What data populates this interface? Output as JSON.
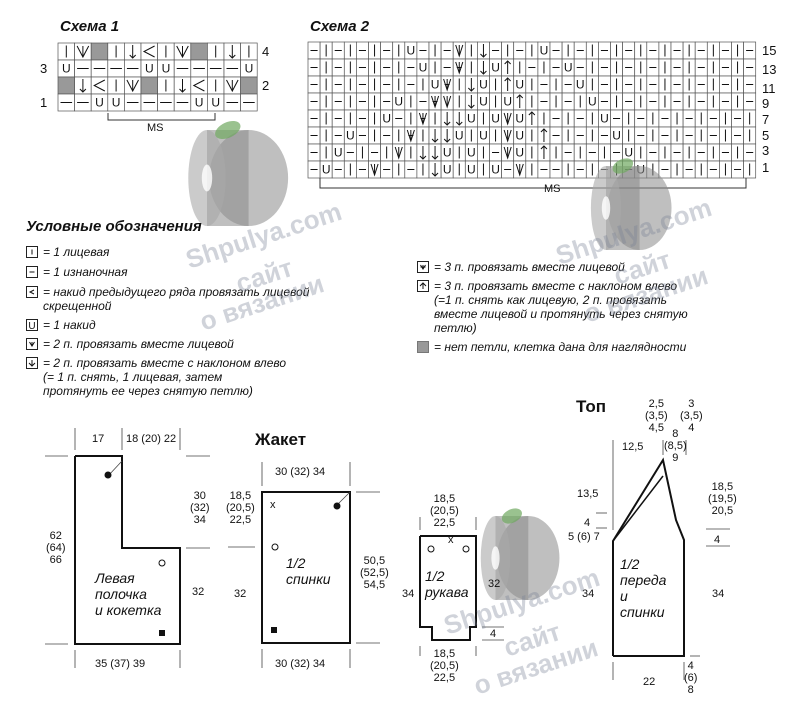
{
  "scheme1": {
    "title": "Схема 1",
    "row_labels_right": [
      "4",
      "2"
    ],
    "row_labels_left": [
      "3",
      "1"
    ],
    "repeat_label": "MS",
    "rows": [
      [
        "|",
        "sl2",
        "g",
        "|",
        "↓",
        "<",
        "|",
        "sl2",
        "g",
        "|",
        "↓",
        "|"
      ],
      [
        "U",
        "—",
        "—",
        "—",
        "—",
        "U",
        "U",
        "—",
        "—",
        "—",
        "—",
        "U"
      ],
      [
        "g",
        "↓",
        "<",
        "|",
        "sl2",
        "g",
        "|",
        "↓",
        "<",
        "|",
        "sl2",
        "g"
      ],
      [
        "—",
        "—",
        "U",
        "U",
        "—",
        "—",
        "—",
        "—",
        "U",
        "U",
        "—",
        "—"
      ]
    ]
  },
  "scheme2": {
    "title": "Схема 2",
    "row_labels_right": [
      "15",
      "13",
      "11",
      "9",
      "7",
      "5",
      "3",
      "1"
    ],
    "repeat_label": "MS",
    "rows": [
      [
        "—",
        "|",
        "—",
        "|",
        "—",
        "|",
        "—",
        "|",
        "U",
        "—",
        "|",
        "—",
        "sl2",
        "|",
        "↓",
        "—",
        "|",
        "—",
        "|",
        "U",
        "—",
        "|",
        "—",
        "|",
        "—",
        "|",
        "—",
        "|",
        "—",
        "|",
        "—",
        "|",
        "—",
        "|",
        "—",
        "|",
        "—"
      ],
      [
        "—",
        "|",
        "—",
        "|",
        "—",
        "|",
        "—",
        "|",
        "—",
        "U",
        "|",
        "—",
        "sl3",
        "|",
        "↓",
        "U",
        "↑",
        "|",
        "—",
        "|",
        "—",
        "U",
        "—",
        "|",
        "—",
        "|",
        "—",
        "|",
        "—",
        "|",
        "—",
        "|",
        "—",
        "|",
        "—",
        "|",
        "—"
      ],
      [
        "—",
        "|",
        "—",
        "|",
        "—",
        "|",
        "—",
        "|",
        "—",
        "|",
        "U",
        "sl3",
        "|",
        "↓",
        "U",
        "|",
        "↑",
        "U",
        "|",
        "—",
        "|",
        "—",
        "U",
        "|",
        "—",
        "|",
        "—",
        "|",
        "—",
        "|",
        "—",
        "|",
        "—",
        "|",
        "—",
        "|",
        "—"
      ],
      [
        "—",
        "|",
        "—",
        "|",
        "—",
        "|",
        "—",
        "U",
        "|",
        "—",
        "sl3",
        "sl2",
        "|",
        "↓",
        "U",
        "|",
        "U",
        "↑",
        "|",
        "—",
        "|",
        "—",
        "|",
        "U",
        "—",
        "|",
        "—",
        "|",
        "—",
        "|",
        "—",
        "|",
        "—",
        "|",
        "—",
        "|",
        "—"
      ],
      [
        "—",
        "|",
        "—",
        "|",
        "—",
        "|",
        "U",
        "—",
        "|",
        "sl3",
        "|",
        "↓",
        "↓",
        "U",
        "|",
        "U",
        "sl2",
        "U",
        "↑",
        "|",
        "—",
        "|",
        "—",
        "|",
        "U",
        "—",
        "|",
        "—",
        "|",
        "—",
        "|",
        "—",
        "|",
        "—",
        "|",
        "—",
        "|"
      ],
      [
        "—",
        "|",
        "—",
        "U",
        "—",
        "|",
        "—",
        "|",
        "sl3",
        "|",
        "↓",
        "↓",
        "U",
        "|",
        "U",
        "|",
        "sl2",
        "U",
        "|",
        "↑",
        "—",
        "|",
        "—",
        "|",
        "—",
        "U",
        "|",
        "—",
        "|",
        "—",
        "|",
        "—",
        "|",
        "—",
        "|",
        "—",
        "|"
      ],
      [
        "—",
        "|",
        "U",
        "—",
        "|",
        "—",
        "|",
        "sl2",
        "|",
        "↓",
        "↓",
        "U",
        "|",
        "U",
        "|",
        "—",
        "sl2",
        "U",
        "|",
        "↑",
        "|",
        "—",
        "|",
        "—",
        "|",
        "—",
        "U",
        "|",
        "—",
        "|",
        "—",
        "|",
        "—",
        "|",
        "—",
        "|",
        "—"
      ],
      [
        "—",
        "U",
        "—",
        "|",
        "—",
        "sl2",
        "—",
        "|",
        "—",
        "|",
        "↓",
        "U",
        "|",
        "U",
        "|",
        "U",
        "—",
        "sl2",
        "|",
        "—",
        "—",
        "|",
        "—",
        "|",
        "—",
        "|",
        "—",
        "U",
        "|",
        "—",
        "|",
        "—",
        "|",
        "—",
        "|",
        "—",
        "|"
      ]
    ]
  },
  "legend": {
    "heading": "Условные обозначения",
    "left": [
      {
        "symbol": "|",
        "text": "= 1 лицевая"
      },
      {
        "symbol": "—",
        "text": "= 1 изнаночная"
      },
      {
        "symbol": "<",
        "text": "= накид предыдущего ряда провязать лицевой\nскрещенной"
      },
      {
        "symbol": "U",
        "text": "= 1 накид"
      },
      {
        "symbol": "sl2",
        "text": "= 2 п. провязать вместе лицевой"
      },
      {
        "symbol": "↓",
        "text": "= 2 п. провязать вместе с наклоном влево\n(= 1 п. снять, 1 лицевая, затем\nпротянуть ее через снятую петлю)"
      }
    ],
    "right": [
      {
        "symbol": "sl3",
        "text": "= 3 п. провязать вместе лицевой"
      },
      {
        "symbol": "↑",
        "text": "= 3 п. провязать вместе с наклоном влево\n(=1 п. снять как лицевую, 2 п. провязать\nвместе лицевой и протянуть через снятую\nпетлю)"
      },
      {
        "symbol": "g",
        "text": "= нет петли, клетка дана для наглядности"
      }
    ]
  },
  "jacket": {
    "title": "Жакет",
    "front": {
      "label": "Левая\nполочка\nи кокетка",
      "dim_top_left": "17",
      "dim_top_right": "18 (20) 22",
      "dim_right_upper": "30\n(32)\n34",
      "dim_right_lower": "32",
      "dim_left": "62\n(64)\n66",
      "dim_bottom": "35 (37) 39"
    },
    "back": {
      "label": "1/2\nспинки",
      "dim_top": "30 (32) 34",
      "dim_left_upper": "18,5\n(20,5)\n22,5",
      "dim_left_lower": "32",
      "dim_right": "50,5\n(52,5)\n54,5",
      "dim_bottom": "30 (32) 34",
      "mark": "x"
    }
  },
  "top": {
    "title": "Топ",
    "sleeve": {
      "label": "1/2\nрукава",
      "dim_top": "18,5\n(20,5)\n22,5",
      "dim_left": "34",
      "dim_right": "32",
      "dim_cuff": "4",
      "dim_bottom": "18,5\n(20,5)\n22,5",
      "mark": "x"
    },
    "body": {
      "label": "1/2\nпереда\nи\nспинки",
      "dim_top_a": "2,5\n(3,5)\n4,5",
      "dim_top_b": "3\n(3,5)\n4",
      "dim_top_c": "8\n(8,5)\n9",
      "dim_top_left": "12,5",
      "dim_left_upper": "13,5",
      "dim_left_mid": "4",
      "dim_left_shoulder": "5 (6) 7",
      "dim_left_lower": "34",
      "dim_right_upper": "18,5\n(19,5)\n20,5",
      "dim_right_mid": "4",
      "dim_right_lower": "34",
      "dim_bottom": "22",
      "dim_bottom_right": "4\n(6)\n8"
    }
  },
  "watermark": {
    "line1": "Shpulya.com",
    "line2": "сайт",
    "line3": "о вязании"
  },
  "colors": {
    "grid_gray": "#999999",
    "line": "#111111",
    "yarn": "#8a8a8a",
    "leaf": "#6fa860"
  }
}
